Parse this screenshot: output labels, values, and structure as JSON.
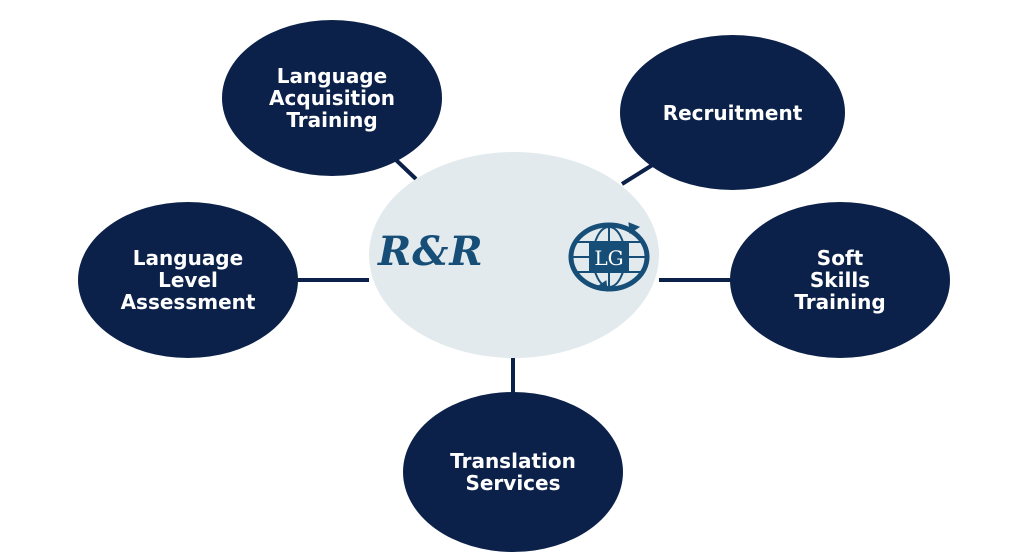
{
  "center": {
    "logo_text": "R&R",
    "emblem_text": "LG"
  },
  "nodes": [
    {
      "label": "Language\nAcquisition\nTraining"
    },
    {
      "label": "Recruitment"
    },
    {
      "label": "Language\nLevel\nAssessment"
    },
    {
      "label": "Soft\nSkills\nTraining"
    },
    {
      "label": "Translation\nServices"
    }
  ],
  "colors": {
    "node": "#0c2149",
    "center": "#e2eaee",
    "logo": "#164e78"
  }
}
